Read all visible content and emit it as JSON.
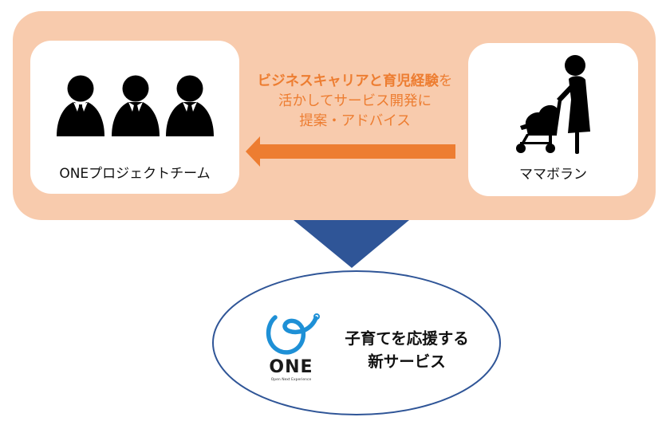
{
  "colors": {
    "outer_panel": "#f8cbad",
    "card": "#ffffff",
    "accent_orange": "#ed7d31",
    "down_arrow_blue": "#2f5597",
    "oval_border": "#2f5597",
    "logo_blue": "#1e90d6",
    "text_dark": "#111111"
  },
  "left_card": {
    "icon": "business-team-icon",
    "label": "ONEプロジェクトチーム"
  },
  "right_card": {
    "icon": "mother-with-stroller-icon",
    "label": "ママボラン"
  },
  "message": {
    "line1_bold": "ビジネスキャリアと育児経験",
    "line1_rest": "を",
    "line2": "活かしてサービス開発に",
    "line3": "提案・アドバイス"
  },
  "flow_arrow": {
    "icon": "left-arrow-icon",
    "direction": "right-to-left"
  },
  "down_arrow": {
    "icon": "down-triangle-icon"
  },
  "result": {
    "logo": {
      "icon": "one-logo-icon",
      "word": "ONE",
      "tagline": "Open Next Experience"
    },
    "line1": "子育てを応援する",
    "line2": "新サービス"
  }
}
